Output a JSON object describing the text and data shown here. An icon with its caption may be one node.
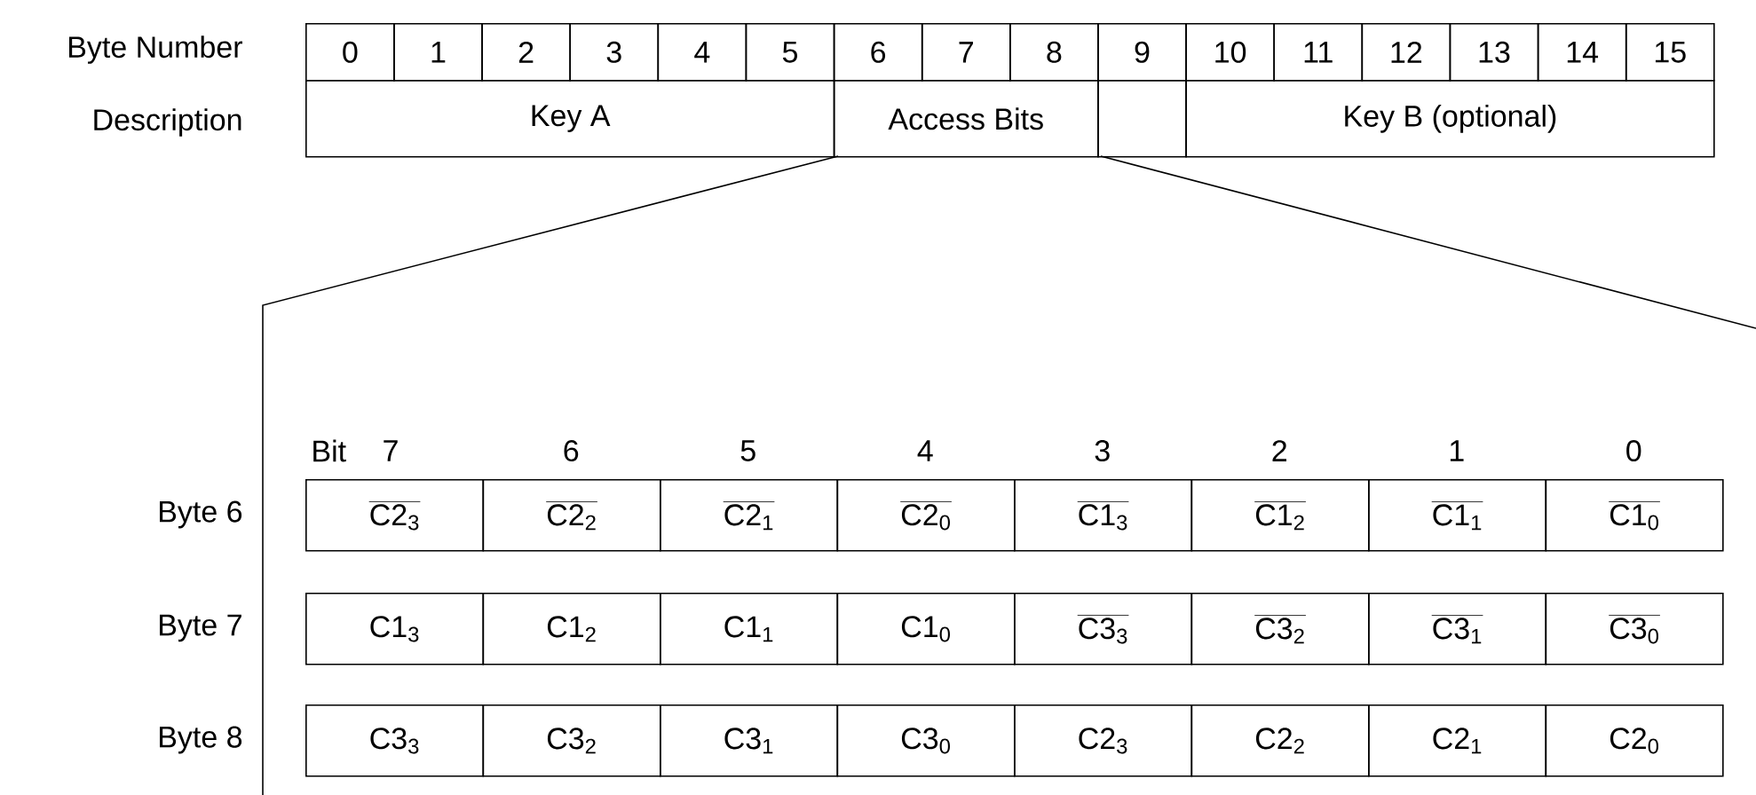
{
  "diagram": {
    "labels": [
      "Byte Number",
      "0",
      "1",
      "2",
      "3",
      "4",
      "5",
      "6",
      "7",
      "8",
      "9",
      "10",
      "11",
      "12",
      "13",
      "14",
      "15",
      "Description",
      "Key A",
      "Access Bits",
      "Key B (optional)",
      "Bit",
      "7",
      "6",
      "5",
      "4",
      "3",
      "2",
      "1",
      "0",
      "Byte 6",
      "\\overline{\\mathrm{C2}_{\\mathrm{3}}}",
      "\\overline{\\mathrm{C2}_{\\mathrm{2}}}",
      "\\overline{\\mathrm{C2}_{\\mathrm{1}}}",
      "\\overline{\\mathrm{C2}_{\\mathrm{0}}}",
      "\\overline{\\mathrm{C1}_{\\mathrm{3}}}",
      "\\overline{\\mathrm{C1}_{\\mathrm{2}}}",
      "\\overline{\\mathrm{C1}_{\\mathrm{1}}}",
      "\\overline{\\mathrm{C1}_{\\mathrm{0}}}",
      "Byte 7",
      "\\mathrm{C1}_{\\mathrm{3}}",
      "\\mathrm{C1}_{\\mathrm{2}}",
      "\\mathrm{C1}_{\\mathrm{1}}",
      "\\mathrm{C1}_{\\mathrm{0}}",
      "\\overline{\\mathrm{C3}_{\\mathrm{3}}}",
      "\\overline{\\mathrm{C3}_{\\mathrm{2}}}",
      "\\overline{\\mathrm{C3}_{\\mathrm{1}}}",
      "\\overline{\\mathrm{C3}_{\\mathrm{0}}}",
      "Byte 8",
      "\\mathrm{C3}_{\\mathrm{3}}",
      "\\mathrm{C3}_{\\mathrm{2}}",
      "\\mathrm{C3}_{\\mathrm{1}}",
      "\\mathrm{C3}_{\\mathrm{0}}",
      "\\mathrm{C2}_{\\mathrm{3}}",
      "\\mathrm{C2}_{\\mathrm{2}}",
      "\\mathrm{C2}_{\\mathrm{1}}",
      "\\mathrm{C2}_{\\mathrm{0}}"
    ]
  }
}
